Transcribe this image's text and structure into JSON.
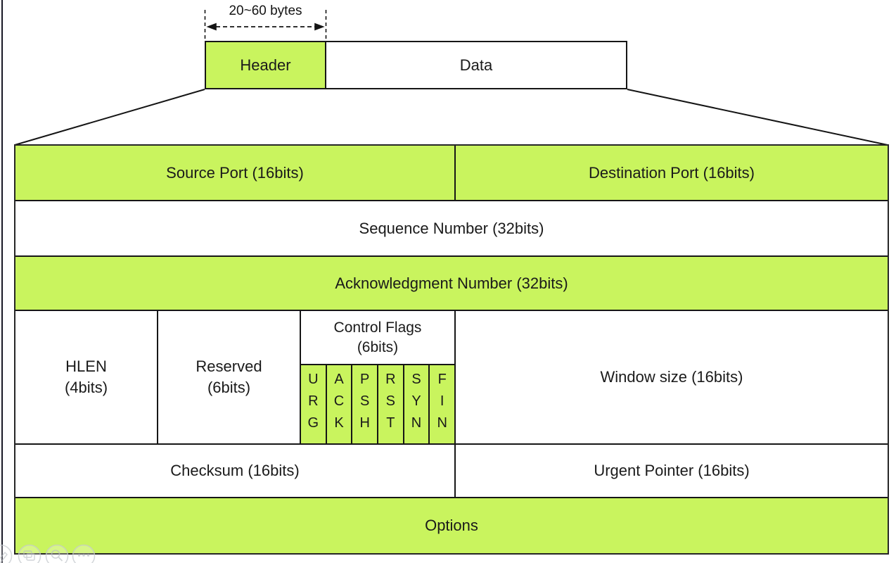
{
  "colors": {
    "green": "#c9f45e",
    "line": "#161616"
  },
  "size_annotation": {
    "label": "20~60 bytes"
  },
  "segment_bar": {
    "header": "Header",
    "data": "Data"
  },
  "tcp_header": {
    "source_port": "Source Port (16bits)",
    "destination_port": "Destination Port (16bits)",
    "sequence_number": "Sequence Number (32bits)",
    "acknowledgment_number": "Acknowledgment Number (32bits)",
    "hlen": "HLEN\n(4bits)",
    "reserved": "Reserved\n(6bits)",
    "control_flags_title": "Control Flags\n(6bits)",
    "flags": [
      "URG",
      "ACK",
      "PSH",
      "RST",
      "SYN",
      "FIN"
    ],
    "window_size": "Window size (16bits)",
    "checksum": "Checksum (16bits)",
    "urgent_pointer": "Urgent Pointer (16bits)",
    "options": "Options"
  },
  "presenter_toolbar": {
    "icons": [
      "pen",
      "slide-navigator",
      "magnifier",
      "more-options"
    ]
  }
}
